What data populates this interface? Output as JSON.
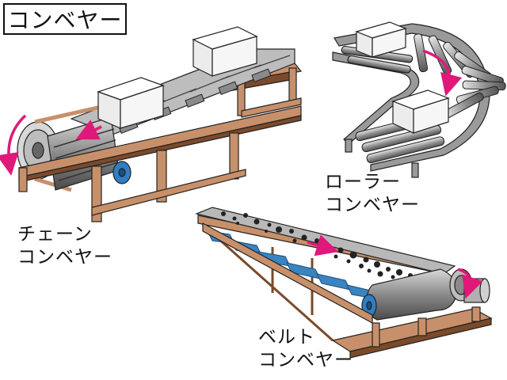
{
  "title": "コンベヤー",
  "labels": {
    "chain": {
      "line1": "チェーン",
      "line2": "コンベヤー"
    },
    "roller": {
      "line1": "ローラー",
      "line2": "コンベヤー"
    },
    "belt": {
      "line1": "ベルト",
      "line2": "コンベヤー"
    }
  },
  "colors": {
    "frame": "#c8906a",
    "frame_dark": "#7a4a2a",
    "metal_light": "#c9c9c9",
    "metal_mid": "#9a9a9a",
    "metal_dark": "#555555",
    "box_top": "#ffffff",
    "box_side": "#ececec",
    "motor_blue": "#2f7fc4",
    "arrow_magenta": "#e0187a",
    "belt_blue": "#3a84c2",
    "outline": "#222222"
  }
}
